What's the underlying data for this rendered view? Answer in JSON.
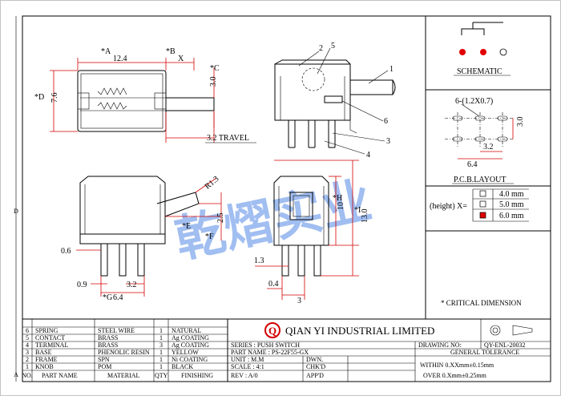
{
  "dims": {
    "a_label": "*A",
    "a_value": "12.4",
    "b_label": "*B",
    "b_value": "X",
    "c_label": "*C",
    "c_value": "3.0",
    "d_label": "*D",
    "d_value": "7.6",
    "travel": "3.2 TRAVEL",
    "r_label": "R1.3",
    "e_label": "*E",
    "f_label": "*F",
    "f_value": "2.5",
    "h_label": "*H",
    "h_value": "10",
    "i_label": "*I",
    "i_value": "13.0",
    "d06": "0.6",
    "d09": "0.9",
    "d32": "3.2",
    "g_label": "*G",
    "g_value": "6.4",
    "d13": "1.3",
    "d04": "0.4",
    "d3": "3"
  },
  "callouts": [
    "1",
    "2",
    "3",
    "4",
    "5",
    "6"
  ],
  "schematic": {
    "title": "SCHEMATIC"
  },
  "pcb": {
    "hole_note": "6-(1.2X0.7)",
    "pitch": "3.2",
    "row_gap": "3.0",
    "width": "6.4",
    "title": "P.C.B.LAYOUT"
  },
  "height_options": {
    "label": "(height)  X=",
    "items": [
      "4.0 mm",
      "5.0 mm",
      "6.0 mm"
    ],
    "selected_index": 2
  },
  "critical_note": "* CRITICAL  DIMENSION",
  "watermark": "乾熠实业",
  "company": {
    "name": "QIAN YI INDUSTRIAL LIMITED",
    "logo_letter": "Q"
  },
  "series": "SERIES : PUSH SWITCH",
  "part_name": "PART NAME : PS-22F55-GX",
  "unit": "UNIT : M.M",
  "scale": "SCALE : 4:1",
  "rev": "REV  : A/0",
  "dwn": "DWN.",
  "chkd": "CHK'D",
  "appd": "APP'D",
  "drawing_no_label": "DRAWING NO:",
  "drawing_no": "QY-ENL-20032",
  "tolerance": {
    "title": "GENERAL TOLERANCE",
    "within": "WITHIN 0.XXmm±0.15mm",
    "over": "OVER  0.Xmm±0.25mm"
  },
  "bom_header": [
    "NO.",
    "PART NAME",
    "MATERIAL",
    "QTY",
    "FINISHING"
  ],
  "bom": [
    {
      "no": "6",
      "part": "SPRING",
      "material": "STEEL WIRE",
      "qty": "1",
      "finishing": "NATURAL"
    },
    {
      "no": "5",
      "part": "CONTACT",
      "material": "BRASS",
      "qty": "1",
      "finishing": "Ag COATING"
    },
    {
      "no": "4",
      "part": "TERMINAL",
      "material": "BRASS",
      "qty": "3",
      "finishing": "Ag COATING"
    },
    {
      "no": "3",
      "part": "BASE",
      "material": "PHENOLIC RESIN",
      "qty": "1",
      "finishing": "YELLOW"
    },
    {
      "no": "2",
      "part": "FRAME",
      "material": "SPN",
      "qty": "1",
      "finishing": "Ni COATING"
    },
    {
      "no": "1",
      "part": "KNOB",
      "material": "POM",
      "qty": "1",
      "finishing": "BLACK"
    }
  ],
  "left_margin": {
    "top": "D",
    "bottom": "A"
  }
}
